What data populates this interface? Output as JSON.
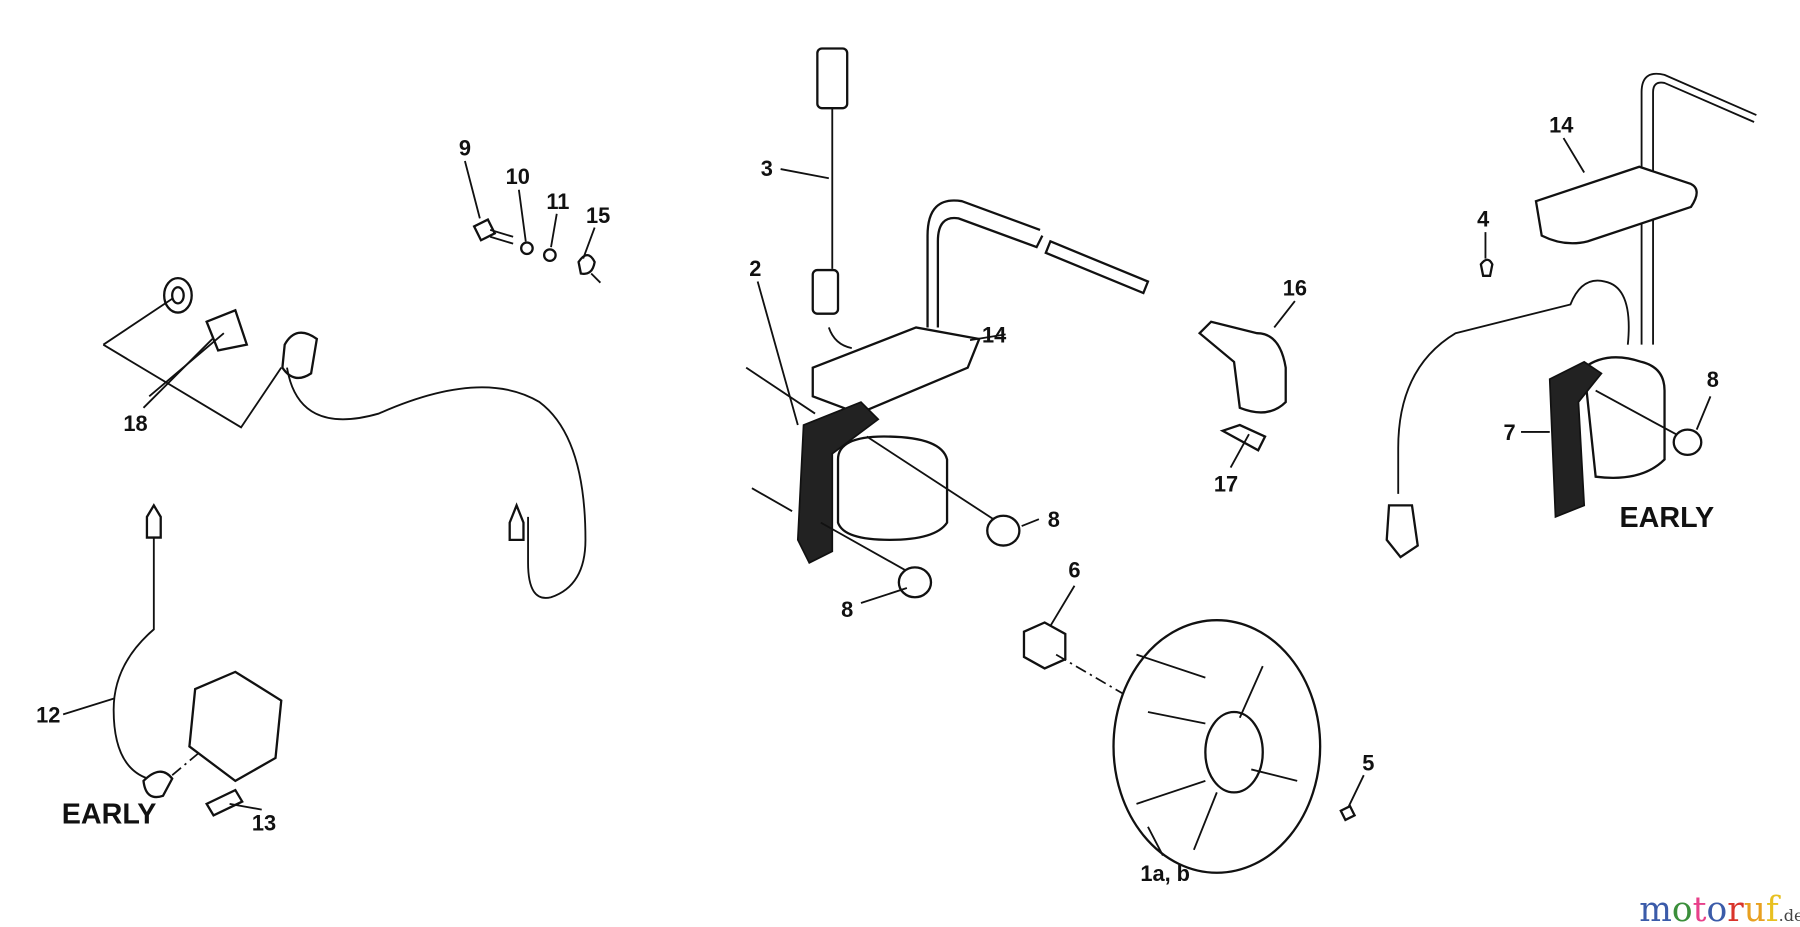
{
  "diagram": {
    "labels": {
      "l9": "9",
      "l10": "10",
      "l11": "11",
      "l15": "15",
      "l18": "18",
      "l3": "3",
      "l2": "2",
      "l14a": "14",
      "l16": "16",
      "l17": "17",
      "l8a": "8",
      "l8b": "8",
      "l6": "6",
      "l5": "5",
      "l1ab": "1a, b",
      "l12": "12",
      "l13": "13",
      "early_left": "EARLY",
      "l14b": "14",
      "l4": "4",
      "l8c": "8",
      "l7": "7",
      "early_right": "EARLY"
    },
    "watermark": {
      "letters": [
        "m",
        "o",
        "t",
        "o",
        "r",
        "u",
        "f"
      ],
      "suffix": ".de",
      "colors": [
        "#3b5ba9",
        "#3b8f3b",
        "#e8408a",
        "#3b5ba9",
        "#d9342b",
        "#e8a020",
        "#e8c020"
      ]
    }
  }
}
